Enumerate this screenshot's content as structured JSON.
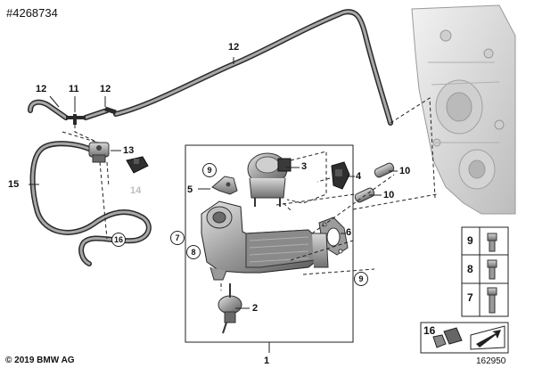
{
  "header": {
    "ref_number": "#4268734"
  },
  "footer": {
    "copyright": "© 2019 BMW AG",
    "diagram_number": "162950"
  },
  "callouts": {
    "c1": "1",
    "c2": "2",
    "c3": "3",
    "c4": "4",
    "c5": "5",
    "c6": "6",
    "c7": "7",
    "c8": "8",
    "c9": "9",
    "c10a": "10",
    "c10b": "10",
    "c11": "11",
    "c12a": "12",
    "c12b": "12",
    "c12c": "12",
    "c13": "13",
    "c14": "14",
    "c15": "15",
    "c16": "16"
  },
  "circled_refs": {
    "r7": "7",
    "r8": "8",
    "r9a": "9",
    "r9b": "9",
    "r16": "16"
  },
  "kit_panel": {
    "k9": "9",
    "k8": "8",
    "k7": "7",
    "k16": "16"
  },
  "colors": {
    "line": "#1a1a1a",
    "part_fill": "#8e8e8e",
    "part_light": "#cfcfcf",
    "part_dark": "#4a4a4a",
    "hint_grey": "#bdbdbd"
  }
}
